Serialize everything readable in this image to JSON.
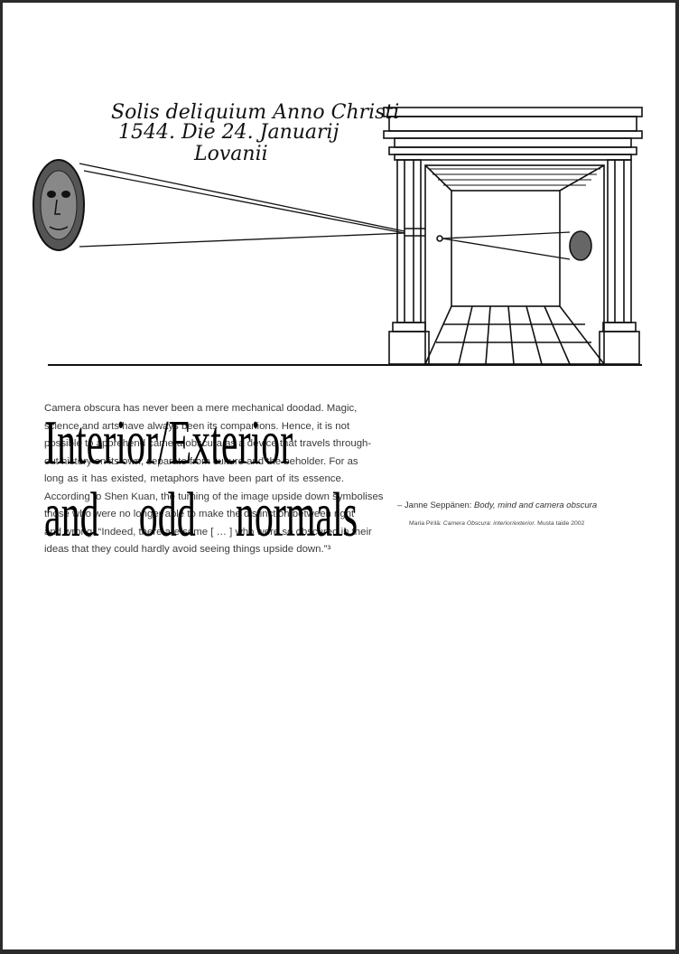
{
  "engraving": {
    "caption_lines": [
      "Solis deliquium Anno Christi",
      "1544. Die 24. Januarij",
      "Lovanii"
    ]
  },
  "quote": {
    "lines": [
      "Camera obscura has never been a mere mechanical doodad. Magic,",
      "science and arts have always been its companions. Hence, it is not",
      "possible to apprehend camera obscura as a device that travels through-",
      "out history on its own, separate from culture and the beholder. For as",
      "long as it has existed, metaphors have been part of its essence.",
      "According to Shen Kuan, the turning of the image upside down symbolises",
      "those who were no longer able to make the distinction between right",
      "and wrong: “Indeed, there are some [ … ] who were so obscured in their",
      "ideas that they could hardly avoid seeing things upside down.”³"
    ]
  },
  "title": {
    "line1": "Interior/Exterior",
    "line2": "and odd normals"
  },
  "attribution": {
    "prefix": "– Janne Seppänen: ",
    "work": "Body, mind and camera obscura"
  },
  "source": {
    "author": "Maria Pirilä: ",
    "title": "Camera Obscura: interior/exterior.",
    "rest": " Musta taide 2002"
  }
}
